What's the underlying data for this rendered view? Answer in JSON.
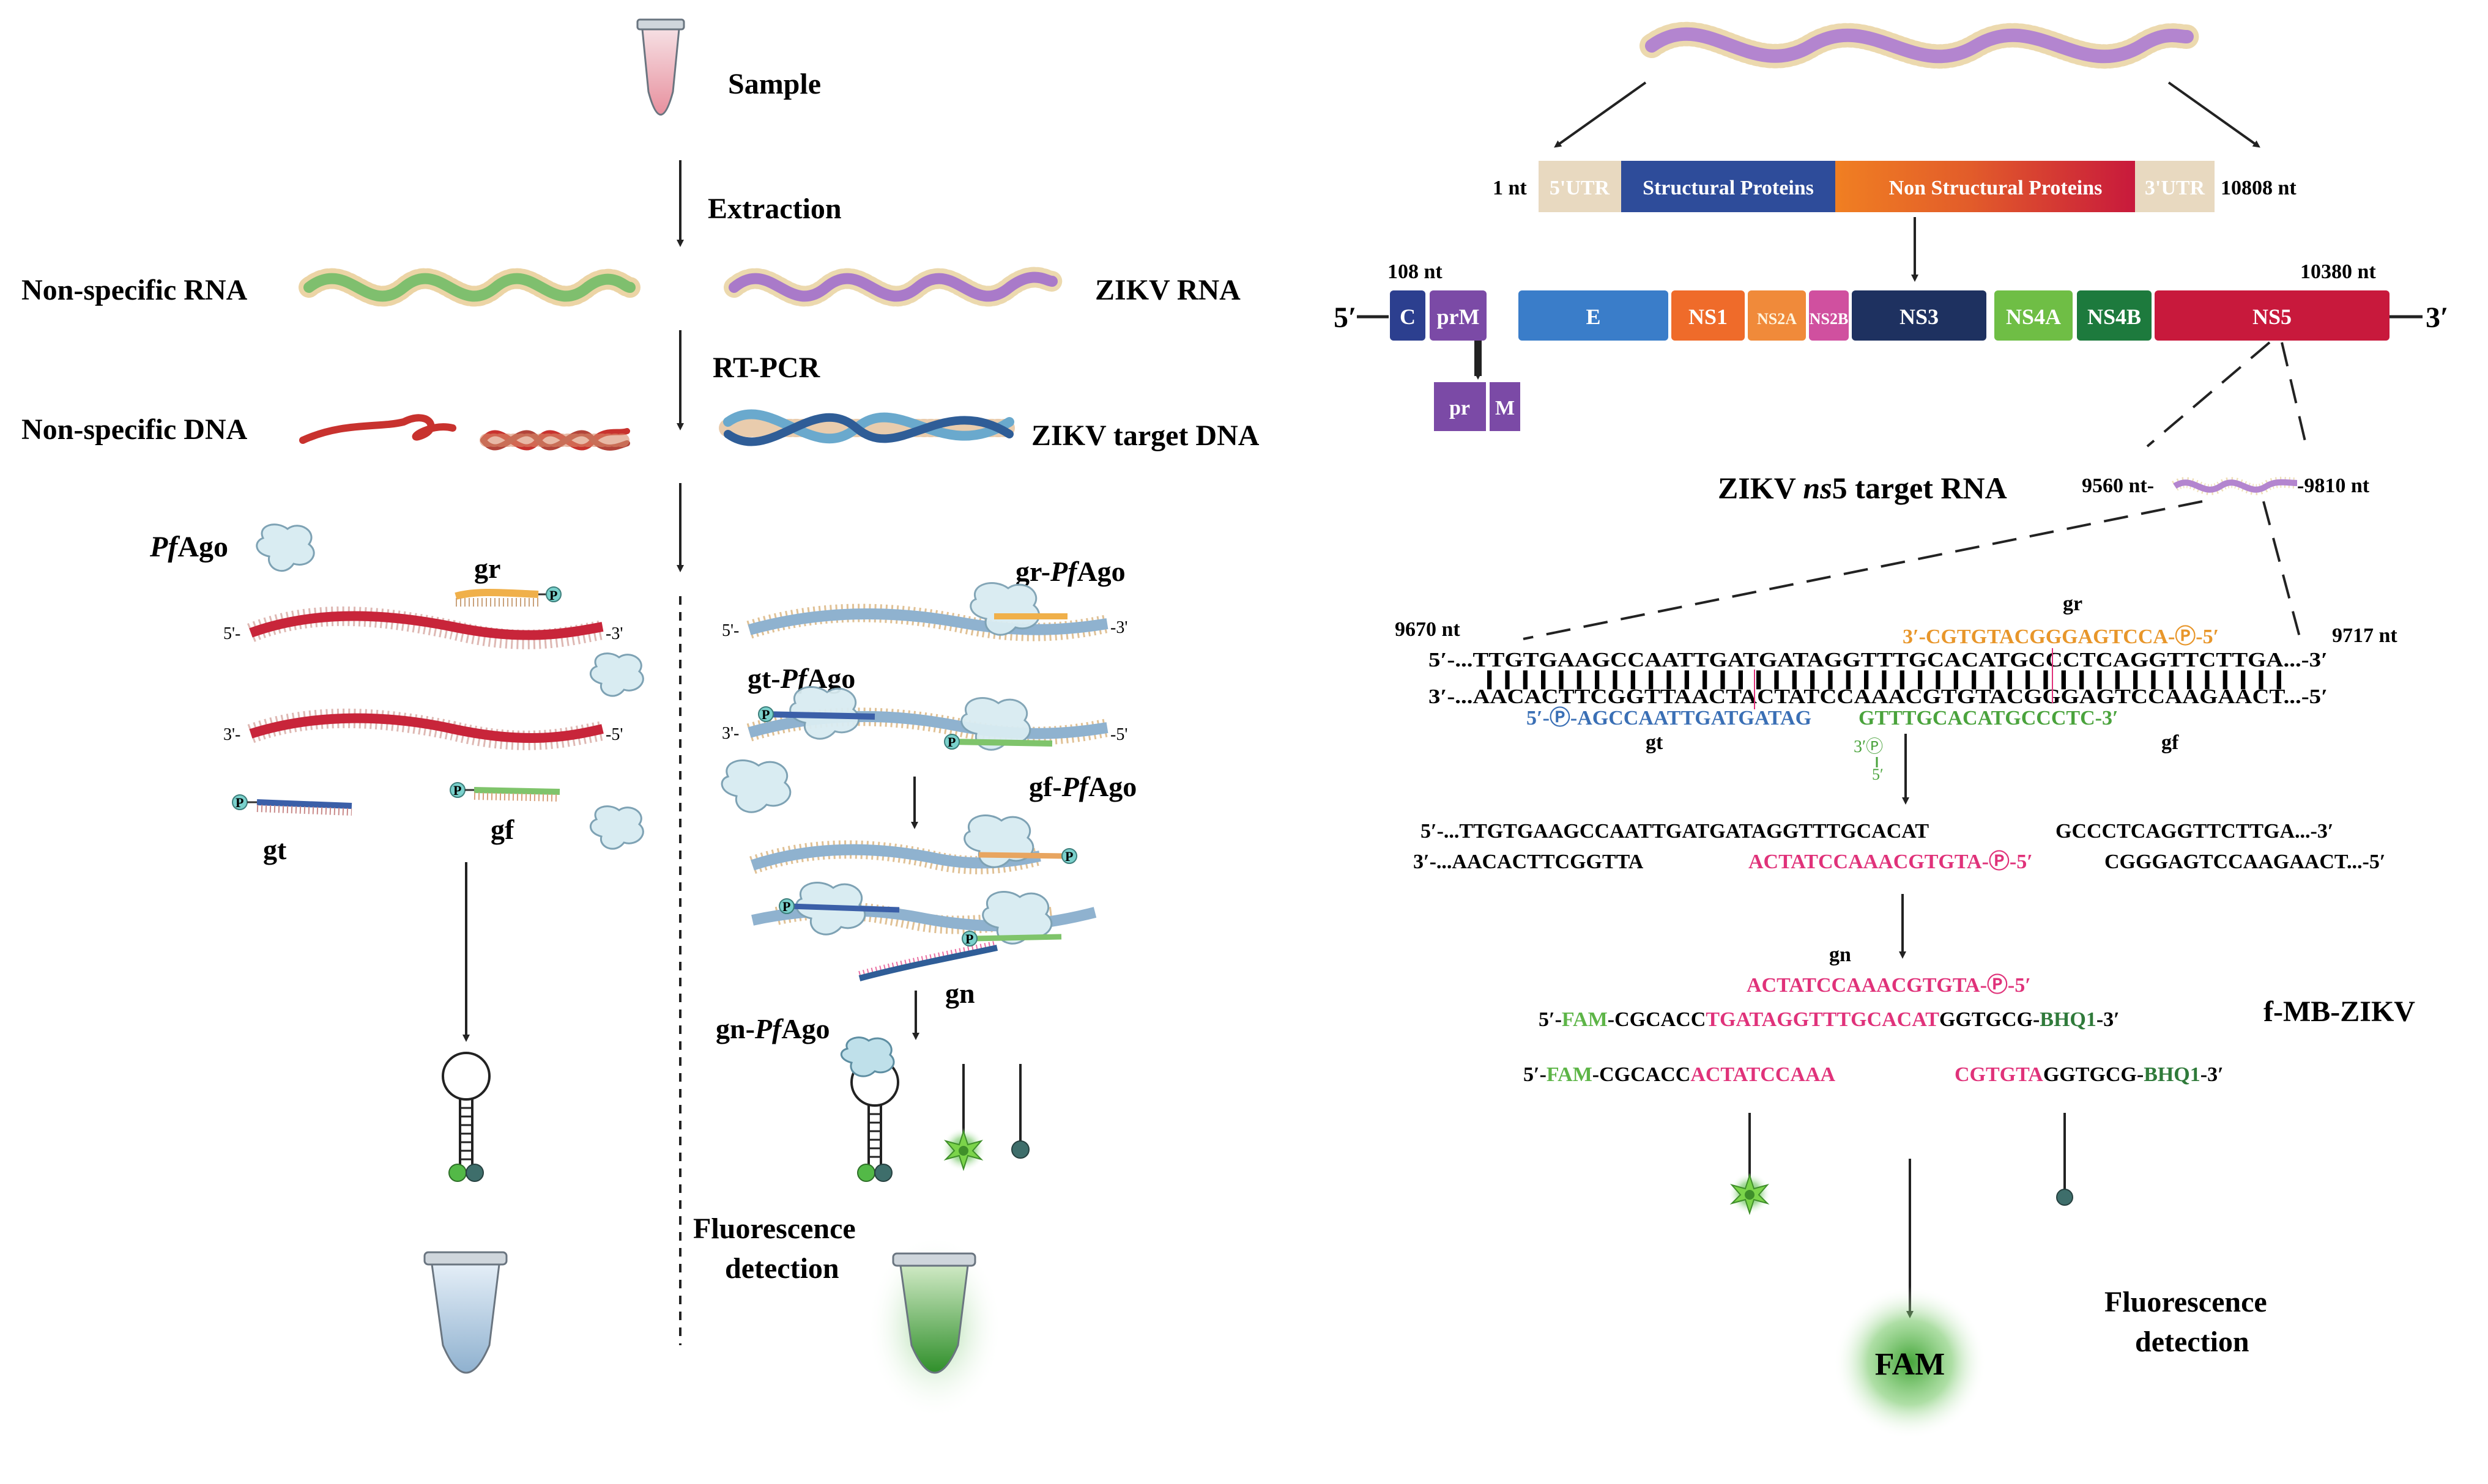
{
  "left": {
    "sample": "Sample",
    "extraction": "Extraction",
    "nonspecific_rna": "Non-specific RNA",
    "zikv_rna": "ZIKV RNA",
    "rt_pcr": "RT-PCR",
    "nonspecific_dna": "Non-specific DNA",
    "zikv_target_dna": "ZIKV target DNA",
    "pfago_pre": "Pf",
    "pfago_post": "Ago",
    "gr": "gr",
    "gt": "gt",
    "gf": "gf",
    "gn": "gn",
    "p": "P",
    "end5": "5'-",
    "end3": "-3'",
    "end3b": "3'-",
    "end5b": "-5'",
    "gr_pfago_pre": "gr-",
    "gt_pfago_pre": "gt-",
    "gf_pfago_pre": "gf-",
    "gn_pfago_pre": "gn-",
    "fluor_line1": "Fluorescence",
    "fluor_line2": "detection"
  },
  "genome": {
    "start_nt": "1 nt",
    "end_nt": "10808 nt",
    "utr5": "5'UTR",
    "structural": "Structural Proteins",
    "nonstructural": "Non Structural Proteins",
    "utr3": "3'UTR",
    "nt108": "108 nt",
    "nt10380": "10380 nt",
    "five_prime": "5′",
    "three_prime": "3′",
    "segments": [
      "C",
      "prM",
      "E",
      "NS1",
      "NS2A",
      "NS2B",
      "NS3",
      "NS4A",
      "NS4B",
      "NS5"
    ],
    "pr": "pr",
    "m": "M",
    "target_pre": "ZIKV ",
    "target_italic": "ns",
    "target_post": "5 target RNA",
    "nt9560": "9560 nt-",
    "nt9810": "-9810 nt",
    "colors": {
      "utr": "#e8d9c0",
      "structural": "#2e4c9a",
      "C": "#2c3f8f",
      "prM": "#7b4aa6",
      "E": "#3a7dc9",
      "NS1": "#ef6b2a",
      "NS2A": "#f08a3a",
      "NS2B": "#d0509f",
      "NS3": "#1e3160",
      "NS4A": "#6fbe45",
      "NS4B": "#1d7a3d",
      "NS5": "#c8193c"
    }
  },
  "sequence": {
    "nt9670": "9670 nt",
    "nt9717": "9717 nt",
    "gr": "gr",
    "gr_seq": "3′-CGTGTACGGGAGTCCA-Ⓟ-5′",
    "top_strand": "5′-...TTGTGAAGCCAATTGATGATAGGTTTGCACATGCCCTCAGGTTCTTGA...-3′",
    "ticks": "|||||||||||||||||||||||||||||||||||||||||||||",
    "bottom_strand": "3′-...AACACTTCGGTTAACTACTATCCAAACGTGTACGGGAGTCCAAGAACT...-5′",
    "gt_seq": "5′-Ⓟ-AGCCAATTGATGATAG",
    "gf_seq": "GTTTGCACATGCCCTC-3′",
    "gt": "gt",
    "gf": "gf",
    "gf_3p": "3′Ⓟ",
    "gf_5": "5′",
    "cut_top_left": "5′-...TTGTGAAGCCAATTGATGATAGGTTTGCACAT",
    "cut_top_right": "GCCCTCAGGTTCTTGA...-3′",
    "cut_bot_left": "3′-...AACACTTCGGTTA",
    "cut_bot_mid": "ACTATCCAAACGTGTA-Ⓟ-5′",
    "cut_bot_right": "CGGGAGTCCAAGAACT...-5′",
    "gn": "gn",
    "gn_seq": "ACTATCCAAACGTGTA-Ⓟ-5′",
    "mb_5": "5′-",
    "mb_fam": "FAM",
    "mb_stem1": "-CGCACC",
    "mb_loop": "TGATAGGTTTGCACAT",
    "mb_stem2": "GGTGCG-",
    "mb_bhq": "BHQ1",
    "mb_3": "-3′",
    "mb_label": "f-MB-ZIKV",
    "c_loop1": "ACTATCCAAA",
    "c_loop2": "CGTGTA",
    "fam_glow": "FAM",
    "fluor_line1": "Fluorescence",
    "fluor_line2": "detection",
    "colors": {
      "gr": "#e8962a",
      "gt": "#3a6fb5",
      "gf": "#4aa33c",
      "gn": "#e0327a",
      "fam": "#5db547",
      "bhq": "#2f7a3a"
    }
  }
}
